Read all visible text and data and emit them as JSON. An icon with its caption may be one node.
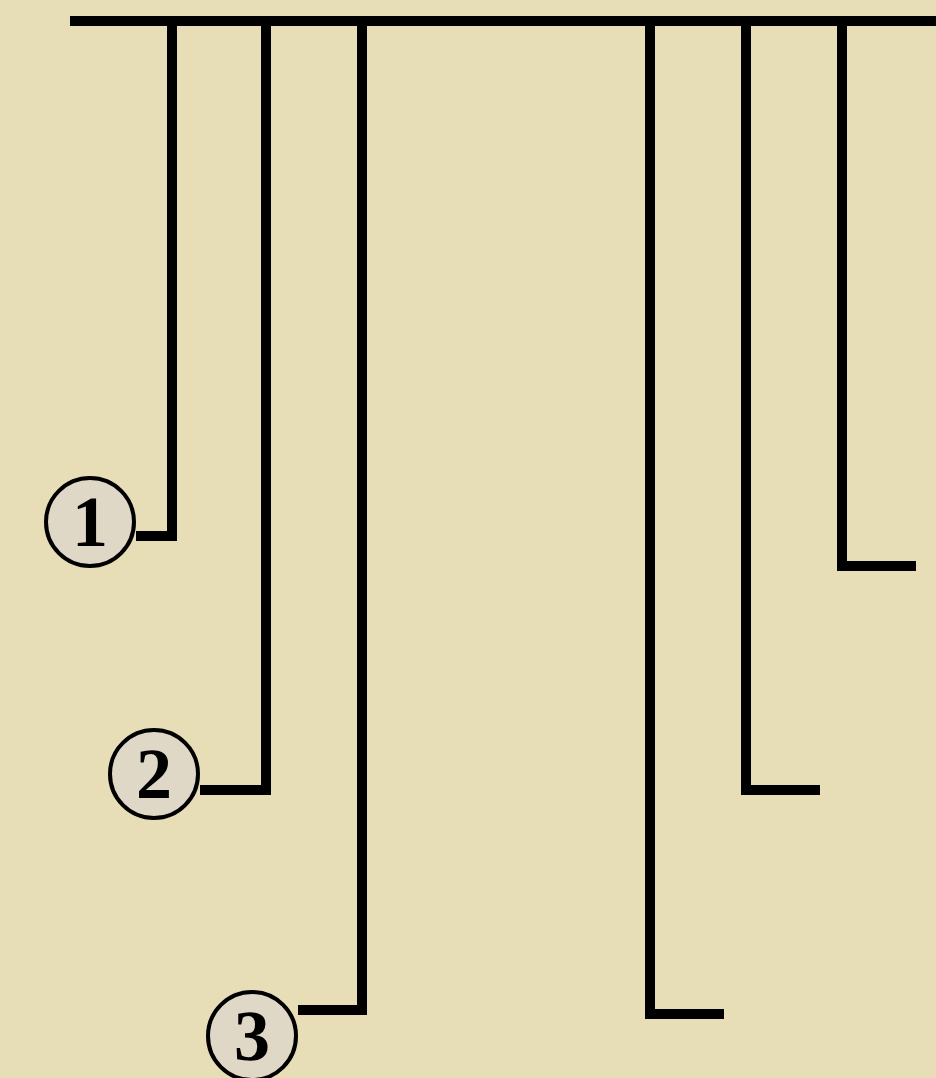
{
  "diagram": {
    "nodes": [
      {
        "text": [],
        "shape": "bar"
      },
      {
        "text": [
          "1"
        ]
      },
      {
        "text": [
          "2"
        ]
      },
      {
        "text": [
          "3"
        ]
      }
    ],
    "edges": [
      {
        "from": 1,
        "to": 0,
        "arrow": "none"
      },
      {
        "from": 2,
        "to": 0,
        "arrow": "none"
      },
      {
        "from": 3,
        "to": 0,
        "arrow": "none"
      },
      {
        "from": 0,
        "to": null,
        "arrow": "none"
      },
      {
        "from": 0,
        "to": null,
        "arrow": "none"
      },
      {
        "from": 0,
        "to": null,
        "arrow": "none"
      }
    ]
  }
}
